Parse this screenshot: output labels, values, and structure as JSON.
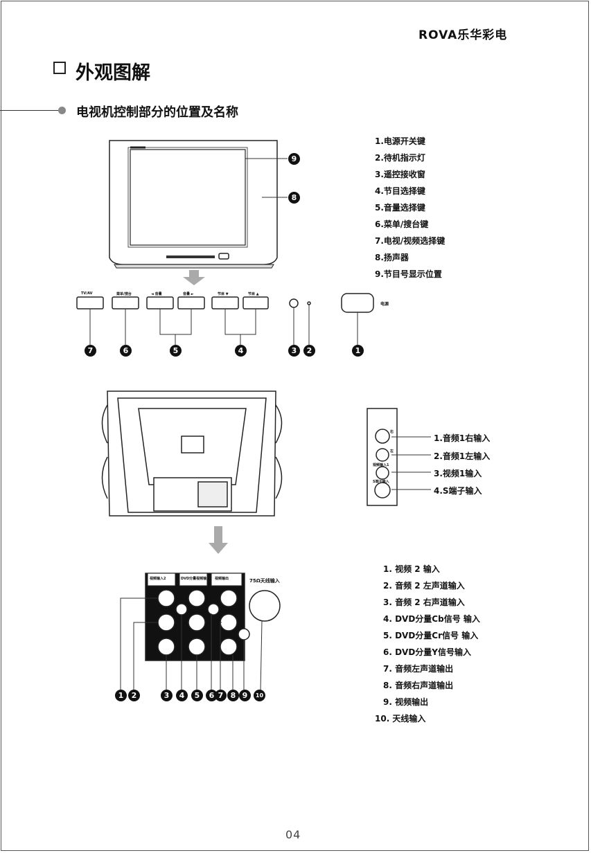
{
  "brand": "ROVA乐华彩电",
  "page_title": "外观图解",
  "section_title": "电视机控制部分的位置及名称",
  "front_list": [
    "1.电源开关键",
    "2.待机指示灯",
    "3.遥控接收窗",
    "4.节目选择键",
    "5.音量选择键",
    "6.菜单/搜台键",
    "7.电视/视频选择键",
    "8.扬声器",
    "9.节目号显示位置"
  ],
  "power_label": "电源",
  "panel_labels": [
    "TV/AV",
    "菜单/搜台",
    "◄ 音量",
    "音量 ►",
    "节目 ▼",
    "节目 ▲"
  ],
  "side_labels": [
    "右",
    "左",
    "视频输入1",
    "S端子输入"
  ],
  "side_list": [
    "1.音频1右输入",
    "2.音频1左输入",
    "3.视频1输入",
    "4.S端子输入"
  ],
  "rear_list": [
    "1. 视频 2 输入",
    "2. 音频 2 左声道输入",
    "3. 音频 2 右声道输入",
    "4. DVD分量Cb信号 输入",
    "5. DVD分量Cr信号 输入",
    "6. DVD分量Y信号输入",
    "7. 音频左声道输出",
    "8. 音频右声道输出",
    "9. 视频输出",
    "10. 天线输入"
  ],
  "jack_labels": [
    "视频输入2",
    "DVD分量视频输入",
    "视频输出"
  ],
  "antenna_label": "75Ω天线输入",
  "page_number": "04"
}
